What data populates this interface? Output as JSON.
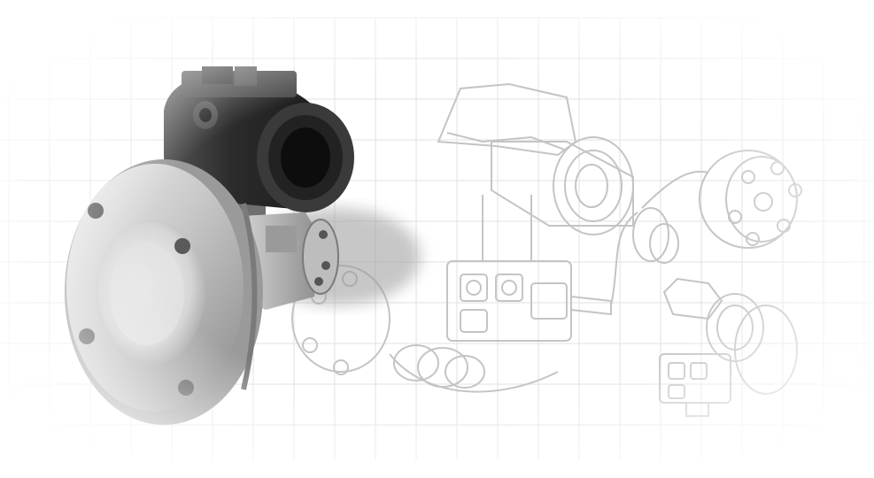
{
  "image": {
    "palette": {
      "background": "#ffffff",
      "grid": "#e6e6e6",
      "sketch_line": "#c9c9c9",
      "metal_light": "#e8e8e8",
      "metal_mid": "#b5b5b5",
      "metal_dark": "#6f6f6f",
      "housing_dark": "#2c2c2c",
      "shadow": "#9a9a9a"
    },
    "icons": [
      "pressure-transmitter-photo",
      "flange-disc",
      "technical-drawing-outline",
      "capillary-line",
      "remote-seal-outline"
    ]
  }
}
